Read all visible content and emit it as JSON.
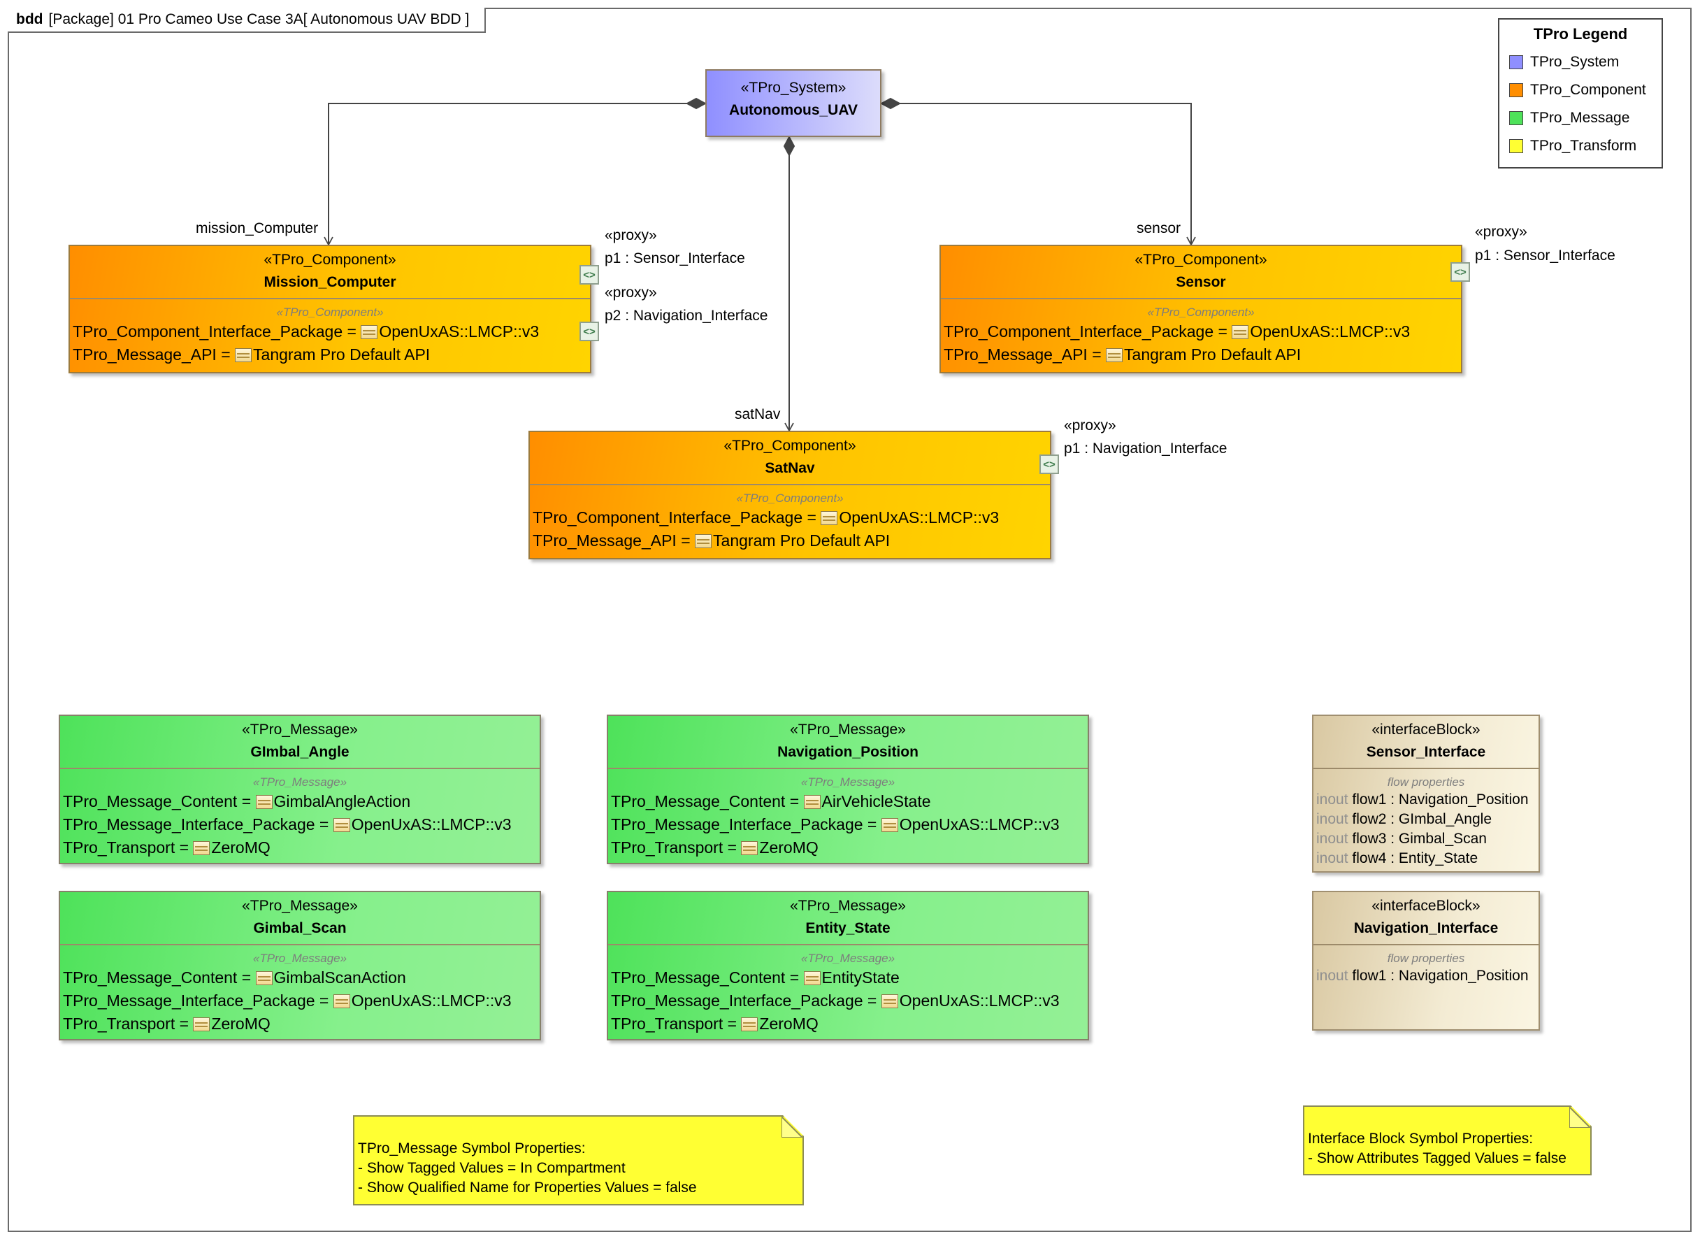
{
  "frame": {
    "kind": "bdd",
    "title": "[Package] 01 Pro Cameo Use Case 3A[ Autonomous UAV BDD ]"
  },
  "legend": {
    "title": "TPro Legend",
    "items": [
      {
        "label": "TPro_System",
        "color": "#8f8fff"
      },
      {
        "label": "TPro_Component",
        "color": "#ff8e00"
      },
      {
        "label": "TPro_Message",
        "color": "#4ee25a"
      },
      {
        "label": "TPro_Transform",
        "color": "#ffff33"
      }
    ]
  },
  "system": {
    "stereotype": "«TPro_System»",
    "name": "Autonomous_UAV"
  },
  "role_labels": {
    "mission": "mission_Computer",
    "sensor": "sensor",
    "satnav": "satNav"
  },
  "components": {
    "mission": {
      "stereotype": "«TPro_Component»",
      "name": "Mission_Computer",
      "compartment": "«TPro_Component»",
      "rows": [
        {
          "key": "TPro_Component_Interface_Package = ",
          "value": "OpenUxAS::LMCP::v3"
        },
        {
          "key": "TPro_Message_API = ",
          "value": "Tangram Pro Default API"
        }
      ],
      "ports": [
        {
          "stereotype": "«proxy»",
          "label": "p1 : Sensor_Interface"
        },
        {
          "stereotype": "«proxy»",
          "label": "p2 : Navigation_Interface"
        }
      ]
    },
    "sensor": {
      "stereotype": "«TPro_Component»",
      "name": "Sensor",
      "compartment": "«TPro_Component»",
      "rows": [
        {
          "key": "TPro_Component_Interface_Package = ",
          "value": "OpenUxAS::LMCP::v3"
        },
        {
          "key": "TPro_Message_API = ",
          "value": "Tangram Pro Default API"
        }
      ],
      "ports": [
        {
          "stereotype": "«proxy»",
          "label": "p1 : Sensor_Interface"
        }
      ]
    },
    "satnav": {
      "stereotype": "«TPro_Component»",
      "name": "SatNav",
      "compartment": "«TPro_Component»",
      "rows": [
        {
          "key": "TPro_Component_Interface_Package = ",
          "value": "OpenUxAS::LMCP::v3"
        },
        {
          "key": "TPro_Message_API = ",
          "value": "Tangram Pro Default API"
        }
      ],
      "ports": [
        {
          "stereotype": "«proxy»",
          "label": "p1 : Navigation_Interface"
        }
      ]
    }
  },
  "messages": {
    "gimbal_angle": {
      "stereotype": "«TPro_Message»",
      "name": "GImbal_Angle",
      "compartment": "«TPro_Message»",
      "rows": [
        {
          "key": "TPro_Message_Content = ",
          "value": "GimbalAngleAction"
        },
        {
          "key": "TPro_Message_Interface_Package = ",
          "value": "OpenUxAS::LMCP::v3"
        },
        {
          "key": "TPro_Transport = ",
          "value": "ZeroMQ"
        }
      ]
    },
    "nav_position": {
      "stereotype": "«TPro_Message»",
      "name": "Navigation_Position",
      "compartment": "«TPro_Message»",
      "rows": [
        {
          "key": "TPro_Message_Content = ",
          "value": "AirVehicleState"
        },
        {
          "key": "TPro_Message_Interface_Package = ",
          "value": "OpenUxAS::LMCP::v3"
        },
        {
          "key": "TPro_Transport = ",
          "value": "ZeroMQ"
        }
      ]
    },
    "gimbal_scan": {
      "stereotype": "«TPro_Message»",
      "name": "Gimbal_Scan",
      "compartment": "«TPro_Message»",
      "rows": [
        {
          "key": "TPro_Message_Content = ",
          "value": "GimbalScanAction"
        },
        {
          "key": "TPro_Message_Interface_Package = ",
          "value": "OpenUxAS::LMCP::v3"
        },
        {
          "key": "TPro_Transport = ",
          "value": "ZeroMQ"
        }
      ]
    },
    "entity_state": {
      "stereotype": "«TPro_Message»",
      "name": "Entity_State",
      "compartment": "«TPro_Message»",
      "rows": [
        {
          "key": "TPro_Message_Content = ",
          "value": "EntityState"
        },
        {
          "key": "TPro_Message_Interface_Package = ",
          "value": "OpenUxAS::LMCP::v3"
        },
        {
          "key": "TPro_Transport = ",
          "value": "ZeroMQ"
        }
      ]
    }
  },
  "interface_blocks": {
    "sensor_if": {
      "stereotype": "«interfaceBlock»",
      "name": "Sensor_Interface",
      "compartment": "flow properties",
      "flows": [
        {
          "dir": "inout",
          "name": "flow1",
          "type": " : Navigation_Position"
        },
        {
          "dir": "inout",
          "name": "flow2",
          "type": " : GImbal_Angle"
        },
        {
          "dir": "inout",
          "name": "flow3",
          "type": " : Gimbal_Scan"
        },
        {
          "dir": "inout",
          "name": "flow4",
          "type": " : Entity_State"
        }
      ]
    },
    "nav_if": {
      "stereotype": "«interfaceBlock»",
      "name": "Navigation_Interface",
      "compartment": "flow properties",
      "flows": [
        {
          "dir": "inout",
          "name": "flow1",
          "type": " : Navigation_Position"
        }
      ]
    }
  },
  "notes": {
    "message_note": [
      "TPro_Message Symbol Properties:",
      "- Show Tagged Values = In Compartment",
      "- Show Qualified Name for Properties Values = false"
    ],
    "ib_note": [
      "Interface Block Symbol Properties:",
      "- Show Attributes Tagged Values = false"
    ]
  }
}
